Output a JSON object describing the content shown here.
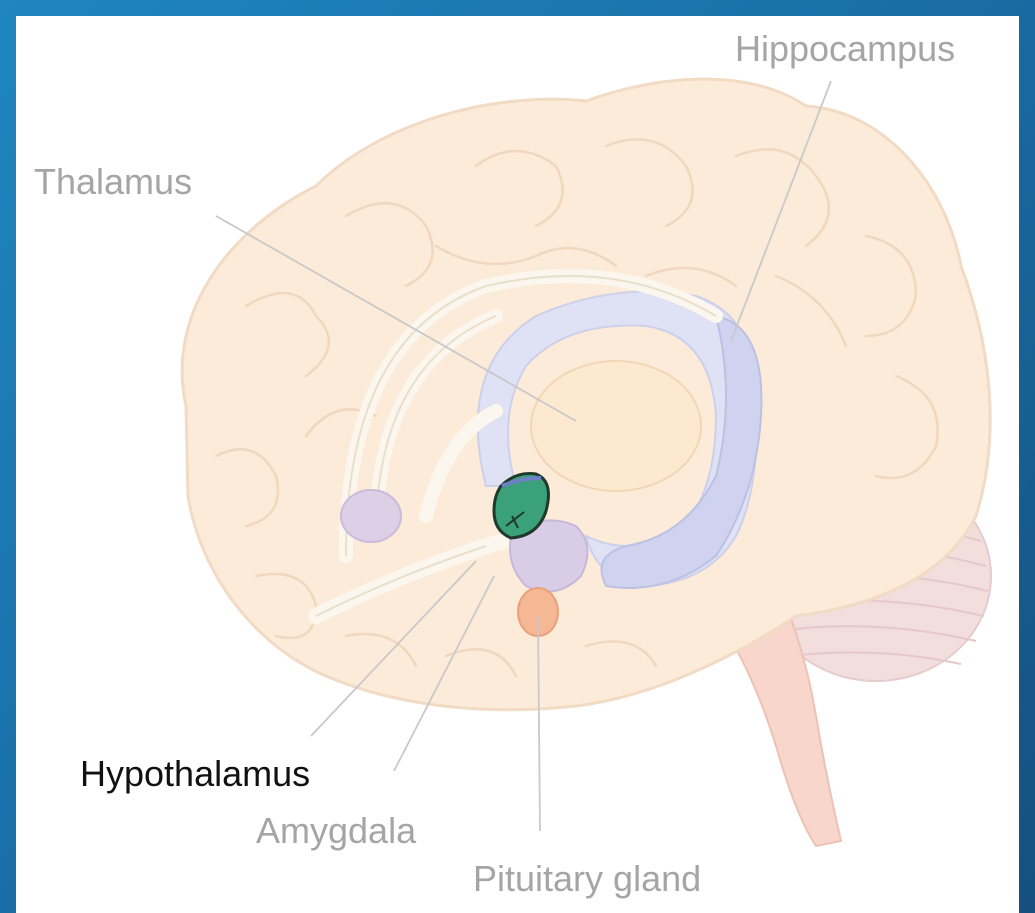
{
  "labels": {
    "hippocampus": "Hippocampus",
    "thalamus": "Thalamus",
    "hypothalamus": "Hypothalamus",
    "amygdala": "Amygdala",
    "pituitary": "Pituitary gland"
  },
  "highlighted": "hypothalamus",
  "colors": {
    "frame": "#1a6fa8",
    "brain": "#fdebd9",
    "limbic": "#dde0f3",
    "amygdala": "#d8cce6",
    "pituitary": "#f6b795",
    "highlight": "#3ba17a",
    "label_muted": "#a5a5a5",
    "label_active": "#111111"
  }
}
